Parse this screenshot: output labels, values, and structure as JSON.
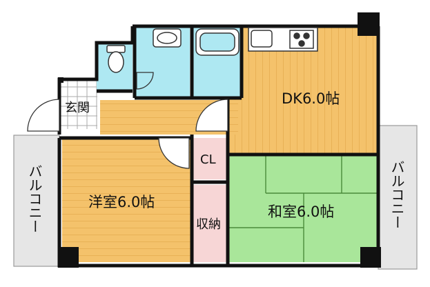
{
  "floorplan": {
    "rooms": {
      "dk": {
        "label": "DK6.0帖",
        "fill": "#f4c26b"
      },
      "western": {
        "label": "洋室6.0帖",
        "fill": "#f4c26b"
      },
      "japanese": {
        "label": "和室6.0帖",
        "fill": "#a9e69a"
      },
      "closet": {
        "label": "CL",
        "fill": "#f7d6d6"
      },
      "storage": {
        "label": "収納",
        "fill": "#f7d6d6"
      },
      "entrance": {
        "label": "玄関",
        "fill": "#ffffff"
      },
      "bath": {
        "fill": "#aee8f2"
      }
    },
    "balcony_left": {
      "label": "バルコニー"
    },
    "balcony_right": {
      "label": "バルコニー"
    },
    "colors": {
      "wall": "#111111",
      "stripe": "#e7ad4a",
      "tatami_line": "#4a8a3a",
      "balcony": "#e6e6e6"
    }
  }
}
